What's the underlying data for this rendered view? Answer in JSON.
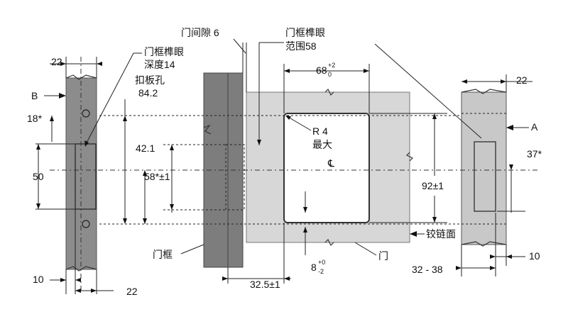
{
  "labels": {
    "a_22_left_top": "22",
    "b": "B",
    "strike_depth_1": "门框榫眼",
    "strike_depth_2": "深度14",
    "strike_plate_hole_1": "扣板孔",
    "strike_plate_hole_2": "84.2",
    "door_gap": "门间隙 6",
    "mortise_range_1": "门框榫眼",
    "mortise_range_2": "范围58",
    "width_68": "68",
    "width_68_tol_upper": "+2",
    "width_68_tol_lower": "0",
    "a_22_right_top": "22",
    "a_label": "A",
    "dim_18": "18*",
    "dim_42_1": "42.1",
    "dim_50": "50",
    "dim_58": "58*±1",
    "r4": "R 4",
    "r4_max": "最大",
    "centerline": "℄",
    "dim_92": "92±1",
    "dim_37": "37*",
    "hinge_face": "铰链面",
    "door_frame": "门框",
    "door": "门",
    "dim_10_left": "10",
    "dim_22_left_bottom": "22",
    "dim_32_5": "32.5±1",
    "dim_8": "8",
    "dim_8_tol_upper": "+0",
    "dim_8_tol_lower": "-2",
    "dim_32_38": "32 - 38",
    "dim_10_right": "10"
  }
}
